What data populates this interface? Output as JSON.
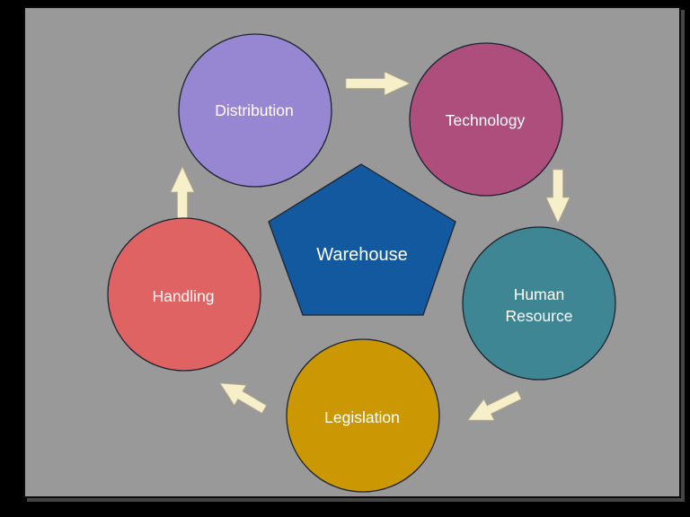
{
  "slide": {
    "background_color": "#9a999a",
    "frame_color": "#000000"
  },
  "diagram": {
    "text_color": "#ffffff",
    "arrow_fill": "#f7eeca",
    "outline_color": "#1c2430",
    "center": {
      "label": "Warehouse",
      "shape": "pentagon",
      "fill": "#13599f"
    },
    "nodes": [
      {
        "id": "distribution",
        "label": "Distribution",
        "fill": "#9787d2"
      },
      {
        "id": "technology",
        "label": "Technology",
        "fill": "#ad4e7d"
      },
      {
        "id": "human-resource",
        "label": "Human Resource",
        "lines": [
          "Human",
          "Resource"
        ],
        "fill": "#3f8695"
      },
      {
        "id": "legislation",
        "label": "Legislation",
        "fill": "#cb9804"
      },
      {
        "id": "handling",
        "label": "Handling",
        "fill": "#e06363"
      }
    ],
    "flow": [
      {
        "from": "Distribution",
        "to": "Technology"
      },
      {
        "from": "Technology",
        "to": "Human Resource"
      },
      {
        "from": "Human Resource",
        "to": "Legislation"
      },
      {
        "from": "Legislation",
        "to": "Handling"
      },
      {
        "from": "Handling",
        "to": "Distribution"
      }
    ]
  }
}
